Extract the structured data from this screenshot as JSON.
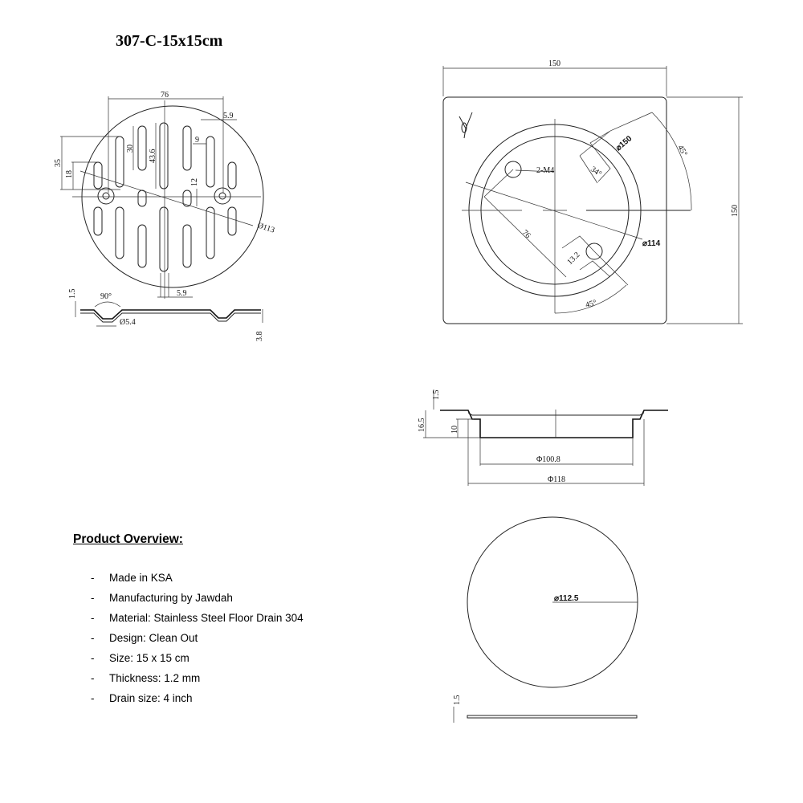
{
  "title": "307-C-15x15cm",
  "grate_drawing": {
    "dims": {
      "width_76": "76",
      "slot_gap_5_9_top": "5.9",
      "d35": "35",
      "d18": "18",
      "d30": "30",
      "d43_6": "43.6",
      "d9": "9",
      "d12": "12",
      "dia113": "Ø113",
      "d1_5": "1.5",
      "angle90": "90°",
      "dia5_4": "Ø5.4",
      "slot_5_9_bottom": "5.9",
      "d3_8": "3.8"
    }
  },
  "frame_drawing": {
    "dims": {
      "width150": "150",
      "height150": "150",
      "r150": "⌀150",
      "angle34": "34°",
      "angle45_top": "45°",
      "screw": "2-M4",
      "d76": "76",
      "d13_2": "13.2",
      "dia114": "⌀114",
      "angle45_bottom": "45°"
    }
  },
  "section_drawing": {
    "dims": {
      "d1_5": "1.5",
      "d16_5": "16.5",
      "d10": "10",
      "dia100_8": "Φ100.8",
      "dia118": "Φ118"
    }
  },
  "cover_drawing": {
    "dims": {
      "dia112_5": "⌀112.5",
      "d1_5": "1.5"
    }
  },
  "overview": {
    "heading": "Product Overview:",
    "bullet": "-",
    "items": [
      "Made in KSA",
      "Manufacturing by Jawdah",
      "Material: Stainless Steel Floor Drain 304",
      "Design: Clean Out",
      "Size: 15 x 15 cm",
      "Thickness: 1.2 mm",
      "Drain size: 4 inch"
    ]
  }
}
